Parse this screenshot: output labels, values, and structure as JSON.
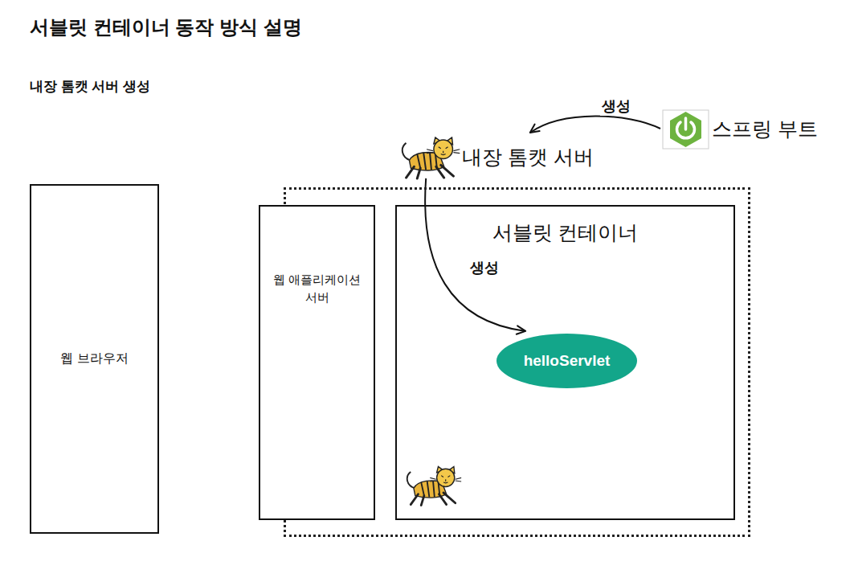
{
  "diagram": {
    "title": "서블릿 컨테이너 동작 방식 설명",
    "nodes": [
      {
        "text": [
          "스프링 부트"
        ]
      },
      {
        "text": [
          "내장 톰캣 서버"
        ]
      },
      {
        "text": [
          "웹 브라우저"
        ]
      },
      {
        "text": [
          "웹 애플리케이션 서버"
        ],
        "in": 1
      },
      {
        "text": [
          "서블릿 컨테이너"
        ],
        "in": 1
      },
      {
        "text": [
          "helloServlet"
        ],
        "in": 4
      }
    ],
    "edges": [
      {
        "from": 0,
        "to": 1,
        "label": "생성",
        "arrow": "to"
      },
      {
        "from": 1,
        "to": 5,
        "label": "생성",
        "arrow": "to"
      }
    ],
    "labels": [
      "내장 톰캣 서버 생성"
    ]
  }
}
